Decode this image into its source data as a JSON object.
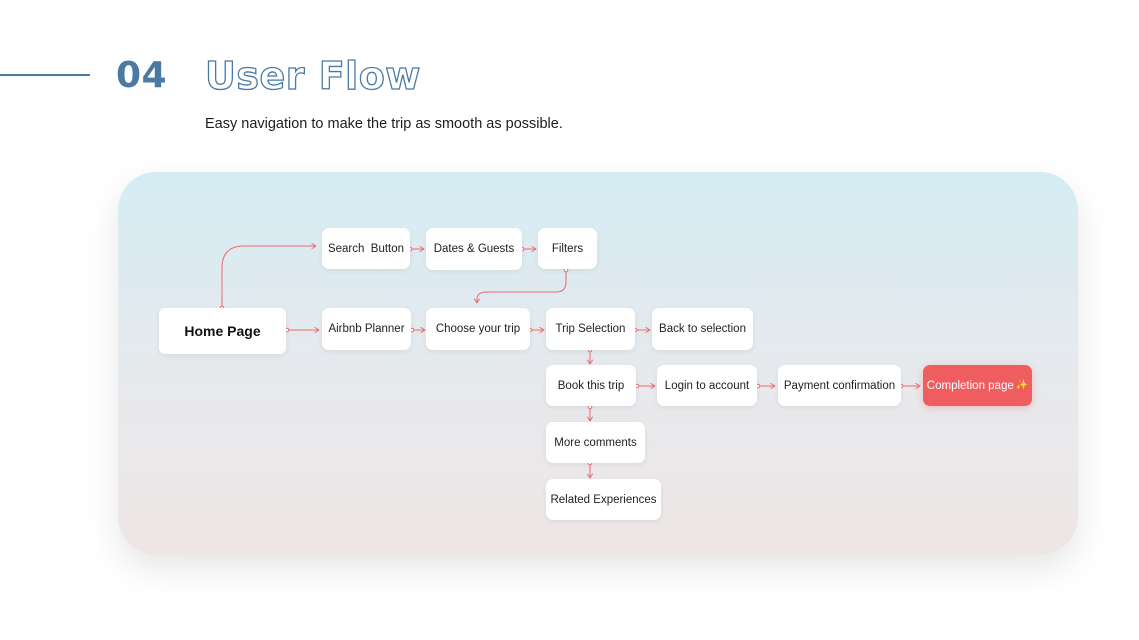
{
  "header": {
    "section_number": "04",
    "title": "User Flow",
    "subtitle": "Easy navigation to make the trip as smooth as possible."
  },
  "colors": {
    "accent_blue": "#4a7aa3",
    "connector_red": "#ec6a6e",
    "completion_red": "#f05d61"
  },
  "flow": {
    "home": "Home Page",
    "search_button": "Search  Button",
    "dates_guests": "Dates & Guests",
    "filters": "Filters",
    "airbnb_planner": "Airbnb Planner",
    "choose_trip": "Choose your trip",
    "trip_selection": "Trip Selection",
    "back_to_selection": "Back to selection",
    "book_trip": "Book this trip",
    "login": "Login to account",
    "payment": "Payment confirmation",
    "completion": "Completion page",
    "completion_icon": "sparkle-icon",
    "more_comments": "More comments",
    "related_experiences": "Related Experiences"
  },
  "edges": [
    [
      "home",
      "search_button"
    ],
    [
      "search_button",
      "dates_guests"
    ],
    [
      "dates_guests",
      "filters"
    ],
    [
      "filters",
      "choose_trip"
    ],
    [
      "home",
      "airbnb_planner"
    ],
    [
      "airbnb_planner",
      "choose_trip"
    ],
    [
      "choose_trip",
      "trip_selection"
    ],
    [
      "trip_selection",
      "back_to_selection"
    ],
    [
      "trip_selection",
      "book_trip"
    ],
    [
      "book_trip",
      "login"
    ],
    [
      "login",
      "payment"
    ],
    [
      "payment",
      "completion"
    ],
    [
      "book_trip",
      "more_comments"
    ],
    [
      "more_comments",
      "related_experiences"
    ]
  ]
}
